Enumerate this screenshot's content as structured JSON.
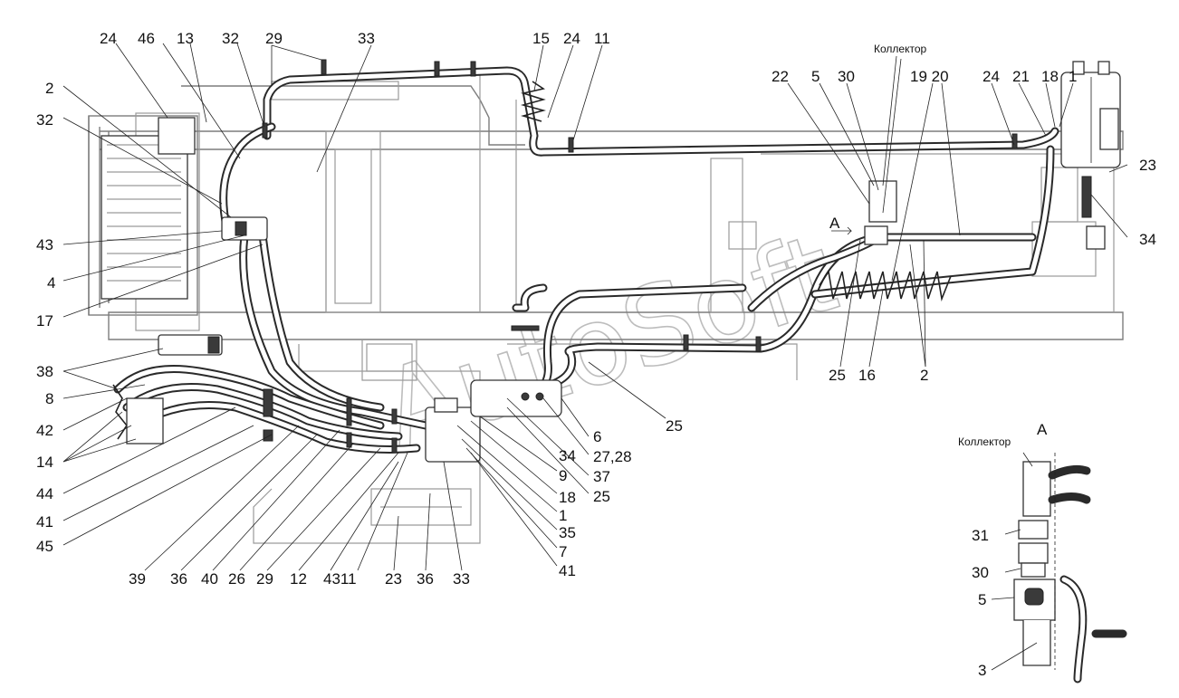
{
  "watermark": "AutoSoft",
  "labels": {
    "kollektor_top": "Коллектор",
    "kollektor_view": "Коллектор",
    "view_a_main": "А",
    "view_a_detail": "А"
  },
  "callouts": {
    "t24a": "24",
    "t46": "46",
    "t13": "13",
    "t32a": "32",
    "t29": "29",
    "t33a": "33",
    "t15": "15",
    "t24b": "24",
    "t11a": "11",
    "t22": "22",
    "t5a": "5",
    "t30a": "30",
    "t1920": "19 20",
    "t24c": "24",
    "t21": "21",
    "t18a": "18",
    "t1a": "1",
    "t2a": "2",
    "t32b": "32",
    "t43a": "43",
    "t4": "4",
    "t17": "17",
    "t38": "38",
    "t8": "8",
    "t42": "42",
    "t14": "14",
    "t44": "44",
    "t41a": "41",
    "t45": "45",
    "t23a": "23",
    "t34a": "34",
    "t25a": "25",
    "t16": "16",
    "t2b": "2",
    "t25b": "25",
    "t6": "6",
    "t2728": "27,28",
    "t34b": "34",
    "t37": "37",
    "t9": "9",
    "t25c": "25",
    "t18b": "18",
    "t1b": "1",
    "t35": "35",
    "t7": "7",
    "t41b": "41",
    "t39": "39",
    "t36a": "36",
    "t40": "40",
    "t26": "26",
    "t29b": "29",
    "t12": "12",
    "t4311": "4311",
    "t23b": "23",
    "t36b": "36",
    "t33b": "33",
    "t31": "31",
    "t30b": "30",
    "t5b": "5",
    "t3": "3"
  }
}
